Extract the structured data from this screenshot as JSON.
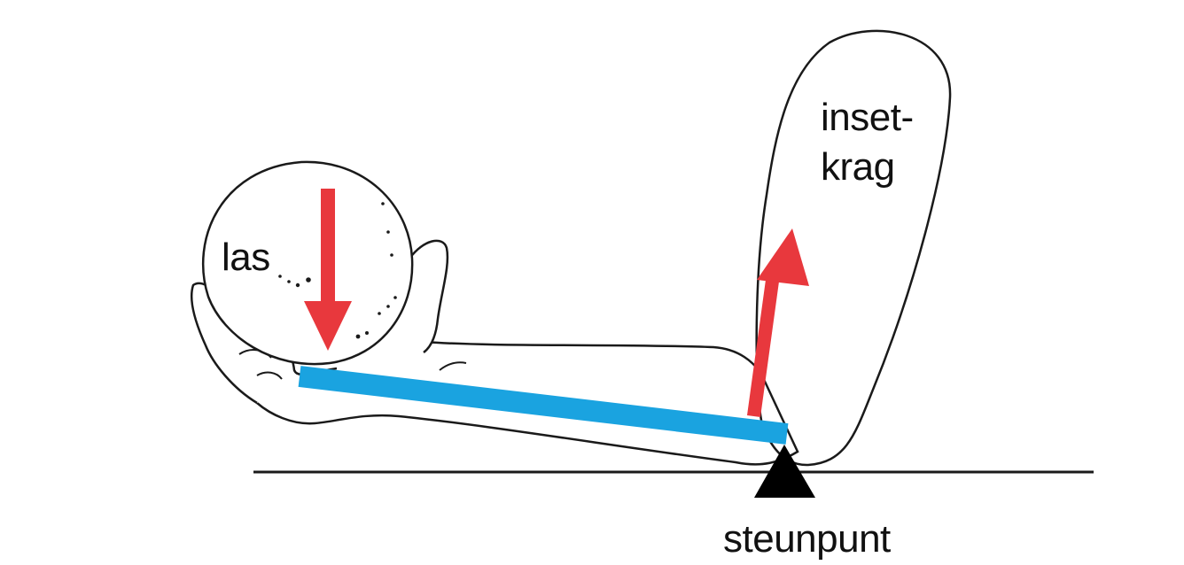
{
  "labels": {
    "load": "las",
    "effort_line1": "inset-",
    "effort_line2": "krag",
    "fulcrum": "steunpunt"
  },
  "colors": {
    "force_arrow": "#e8383d",
    "lever_bar": "#1aa3e0",
    "fulcrum": "#000000",
    "outline": "#1a1a1a"
  }
}
